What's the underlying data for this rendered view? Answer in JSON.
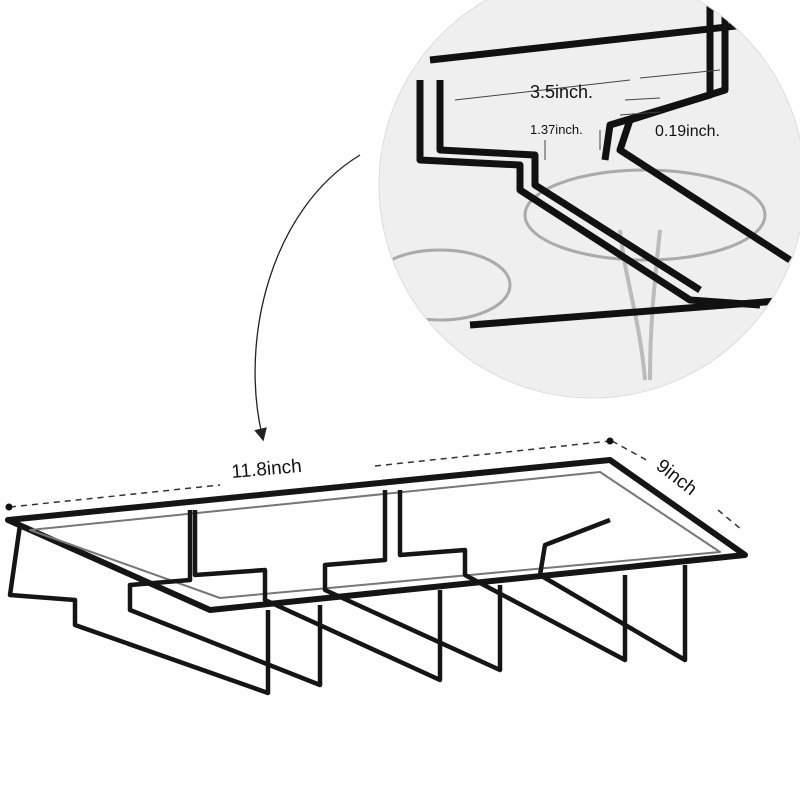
{
  "inset": {
    "width_label": "3.5inch.",
    "depth_label": "1.37inch.",
    "thickness_label": "0.19inch."
  },
  "rack": {
    "length_label": "11.8inch",
    "width_label": "9inch"
  },
  "colors": {
    "metal": "#1a1a1a",
    "dimension_line": "#333333",
    "inset_background": "#e9e9e9"
  }
}
